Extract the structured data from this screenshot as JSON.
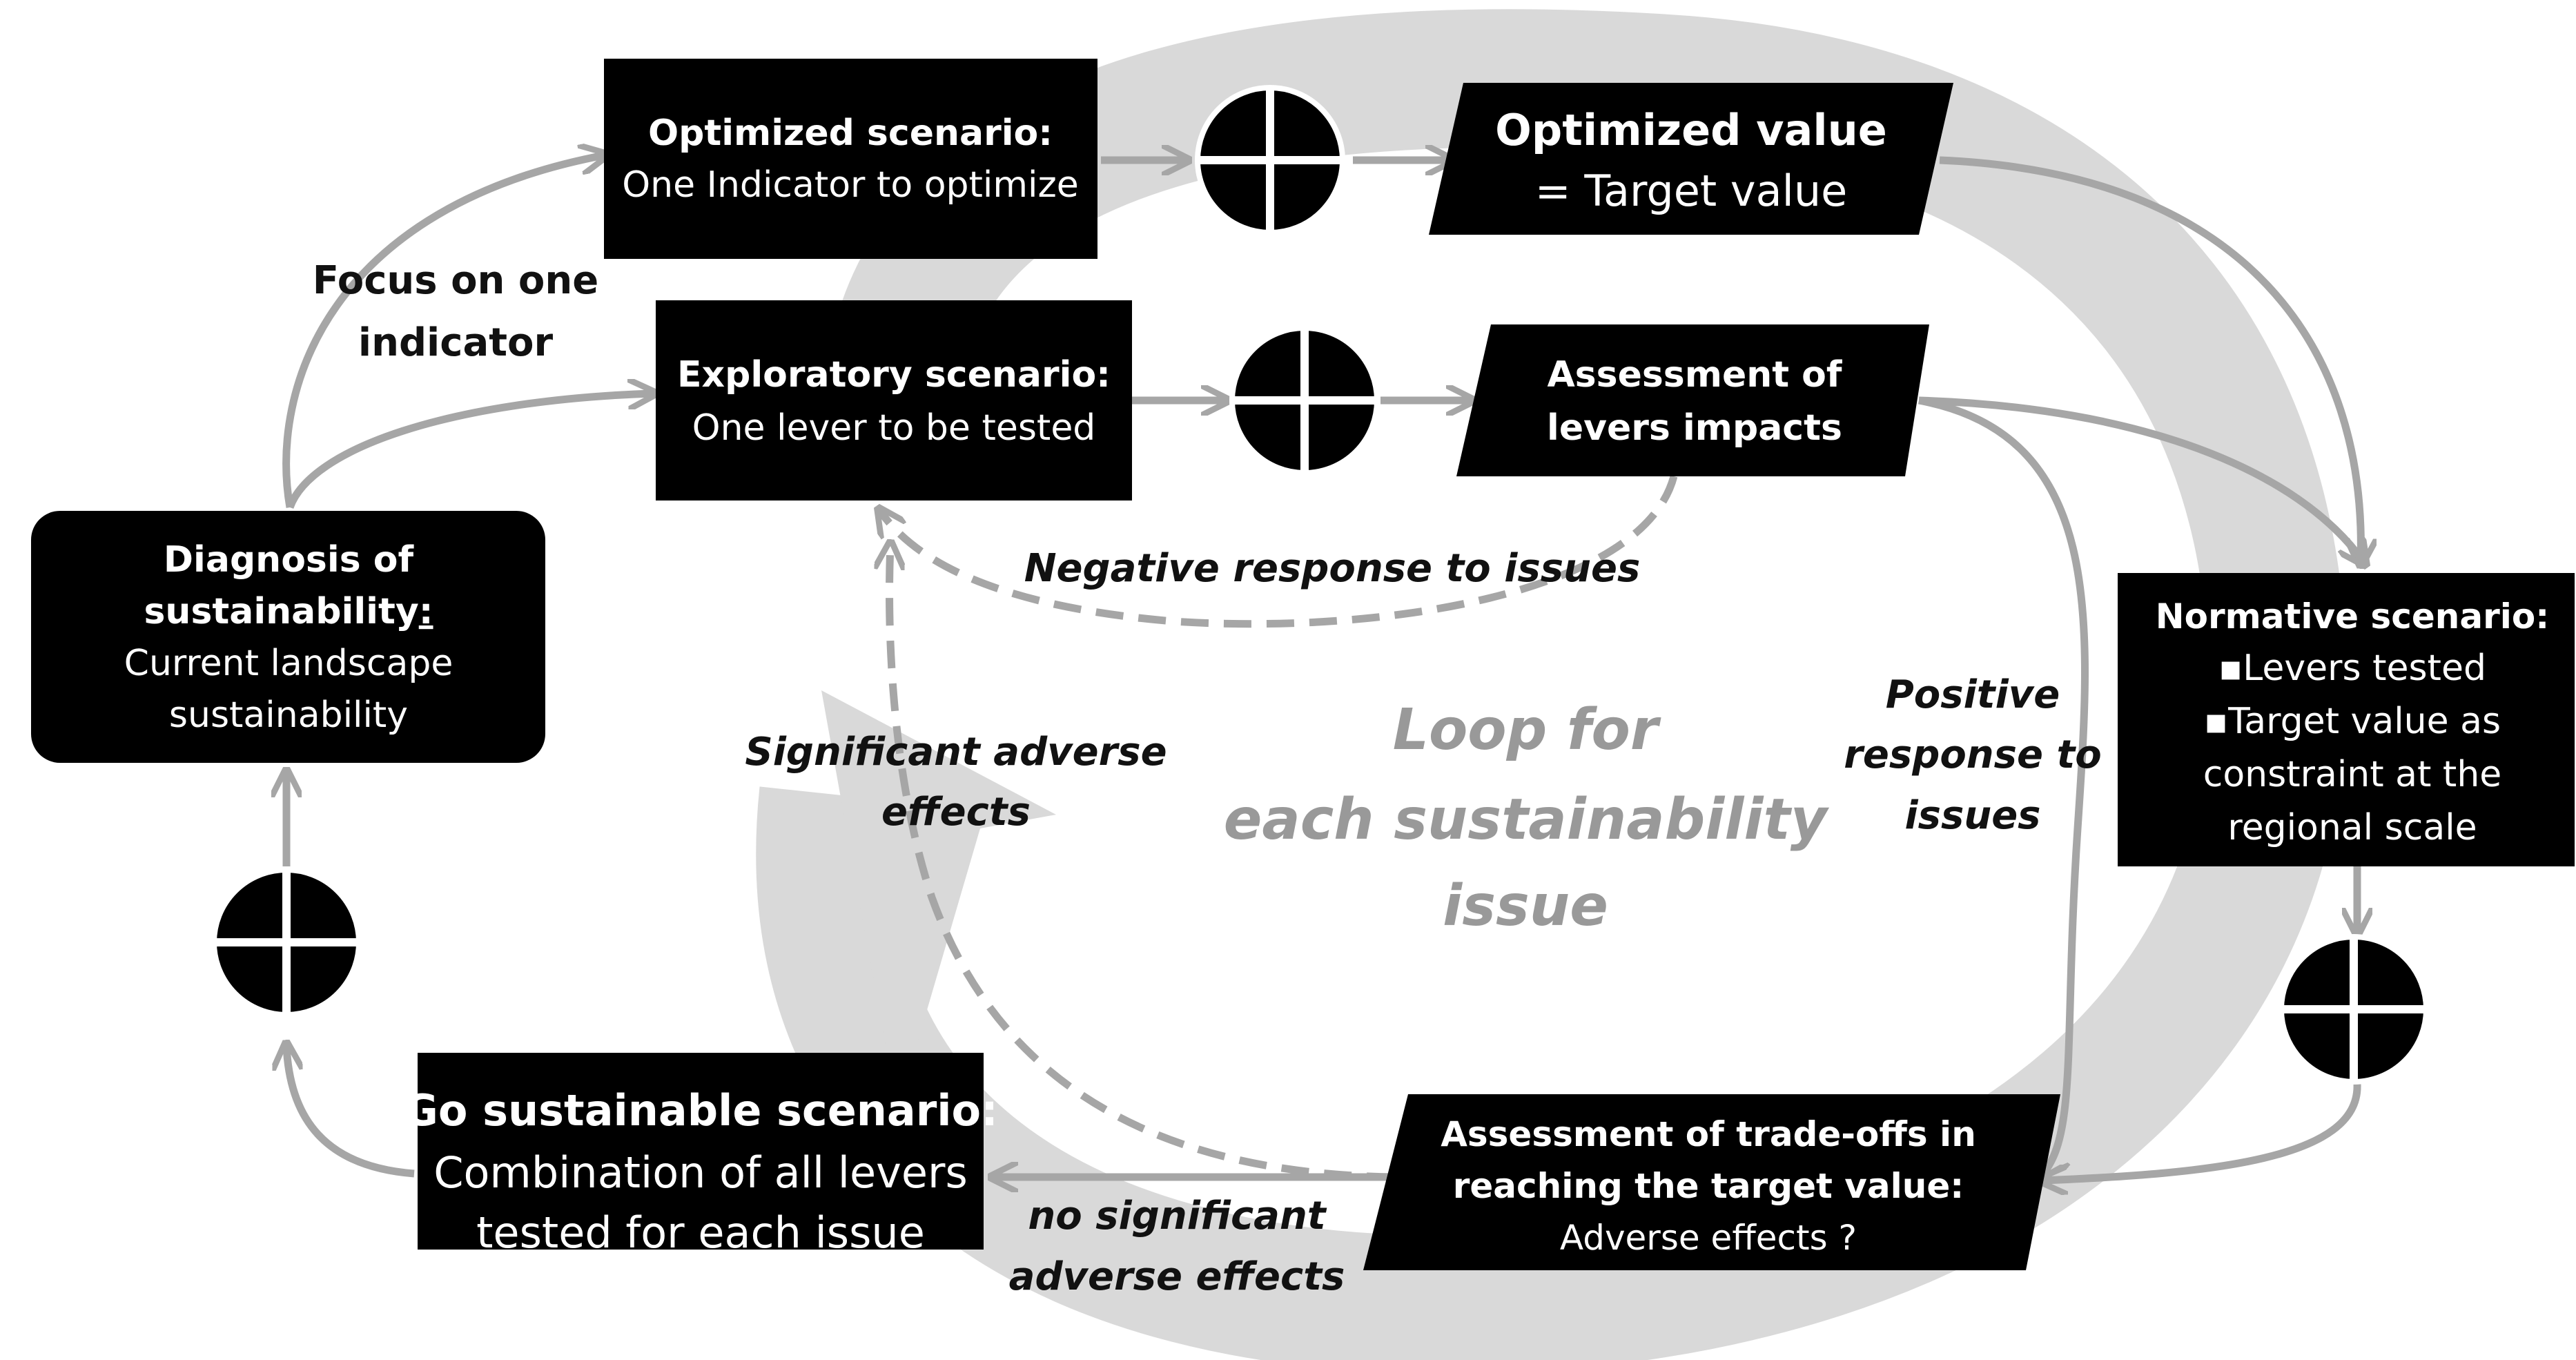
{
  "colors": {
    "box": "#000000",
    "box_text": "#ffffff",
    "arrow": "#a6a6a6",
    "loop_band": "#d9d9d9",
    "loop_text": "#999999"
  },
  "icons": [
    "crosshair-circle-icon"
  ],
  "nodes": {
    "optimized_scenario": {
      "title": "Optimized scenario:",
      "line1": "One Indicator to optimize"
    },
    "optimized_value": {
      "title": "Optimized value",
      "line1": "= Target value"
    },
    "exploratory_scenario": {
      "title": "Exploratory scenario:",
      "line1": "One lever to be tested"
    },
    "assessment_levers": {
      "line1": "Assessment of",
      "line2": "levers impacts"
    },
    "diagnosis": {
      "line1": "Diagnosis of",
      "line2_text": "sustainability",
      "line2_colon": ":",
      "line3": "Current landscape",
      "line4": "sustainability"
    },
    "normative_scenario": {
      "title": "Normative scenario:",
      "bullet1": "▪Levers tested",
      "bullet2": "▪Target value as",
      "line3": "constraint at the",
      "line4": "regional scale"
    },
    "assessment_tradeoffs": {
      "line1": "Assessment of trade-offs in",
      "line2": "reaching the target value:",
      "line3": "Adverse effects ?"
    },
    "go_sustainable": {
      "title": "Go sustainable scenario:",
      "line1": "Combination of all levers",
      "line2": "tested for each issue"
    }
  },
  "labels": {
    "focus": {
      "line1": "Focus on one",
      "line2": "indicator"
    },
    "negative": "Negative response to issues",
    "significant": {
      "line1": "Significant adverse",
      "line2": "effects"
    },
    "positive": {
      "line1": "Positive",
      "line2": "response to",
      "line3": "issues"
    },
    "no_significant": {
      "line1": "no significant",
      "line2": "adverse effects"
    },
    "loop": {
      "line1": "Loop for",
      "line2": "each sustainability",
      "line3": "issue"
    }
  }
}
